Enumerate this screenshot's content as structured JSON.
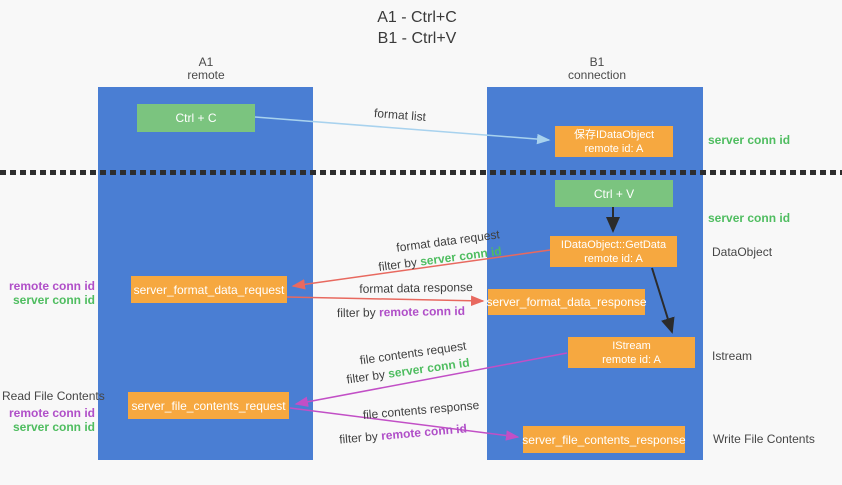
{
  "title": {
    "line1": "A1 - Ctrl+C",
    "line2": "B1 - Ctrl+V"
  },
  "lanes": {
    "a1": {
      "title": "A1",
      "subtitle": "remote"
    },
    "b1": {
      "title": "B1",
      "subtitle": "connection"
    }
  },
  "nodes": {
    "ctrl_c": {
      "label": "Ctrl + C"
    },
    "ctrl_v": {
      "label": "Ctrl + V"
    },
    "save_idataobject": {
      "line1": "保存IDataObject",
      "line2": "remote id: A"
    },
    "idataobject_getdata": {
      "line1": "IDataObject::GetData",
      "line2": "remote id: A"
    },
    "istream": {
      "line1": "IStream",
      "line2": "remote id: A"
    },
    "server_format_data_request": {
      "label": "server_format_data_request"
    },
    "server_format_data_response": {
      "label": "server_format_data_response"
    },
    "server_file_contents_request": {
      "label": "server_file_contents_request"
    },
    "server_file_contents_response": {
      "label": "server_file_contents_response"
    }
  },
  "arrow_labels": {
    "format_list": "format list",
    "format_data_request": "format data request",
    "format_data_response": "format data response",
    "file_contents_request": "file contents request",
    "file_contents_response": "file contents response",
    "filter_by": "filter by",
    "server_conn_id": "server conn id",
    "remote_conn_id": "remote conn id"
  },
  "side_labels": {
    "server_conn_id_top": "server conn id",
    "server_conn_id_mid": "server conn id",
    "dataobject": "DataObject",
    "istream": "Istream",
    "write_file_contents": "Write File Contents",
    "read_file_contents": "Read File Contents",
    "remote_conn_id": "remote conn id",
    "server_conn_id": "server conn id"
  },
  "colors": {
    "lane_blue": "#4a7ed3",
    "node_orange": "#f6a840",
    "node_green": "#7bc47f",
    "arrow_red": "#e8695f",
    "arrow_magenta": "#c24fc6",
    "arrow_light_blue": "#a8d2ee",
    "arrow_black": "#2b2b2b",
    "text_green": "#4fbd60",
    "text_purple": "#b04fc8",
    "text_dark": "#3f3f3f"
  }
}
